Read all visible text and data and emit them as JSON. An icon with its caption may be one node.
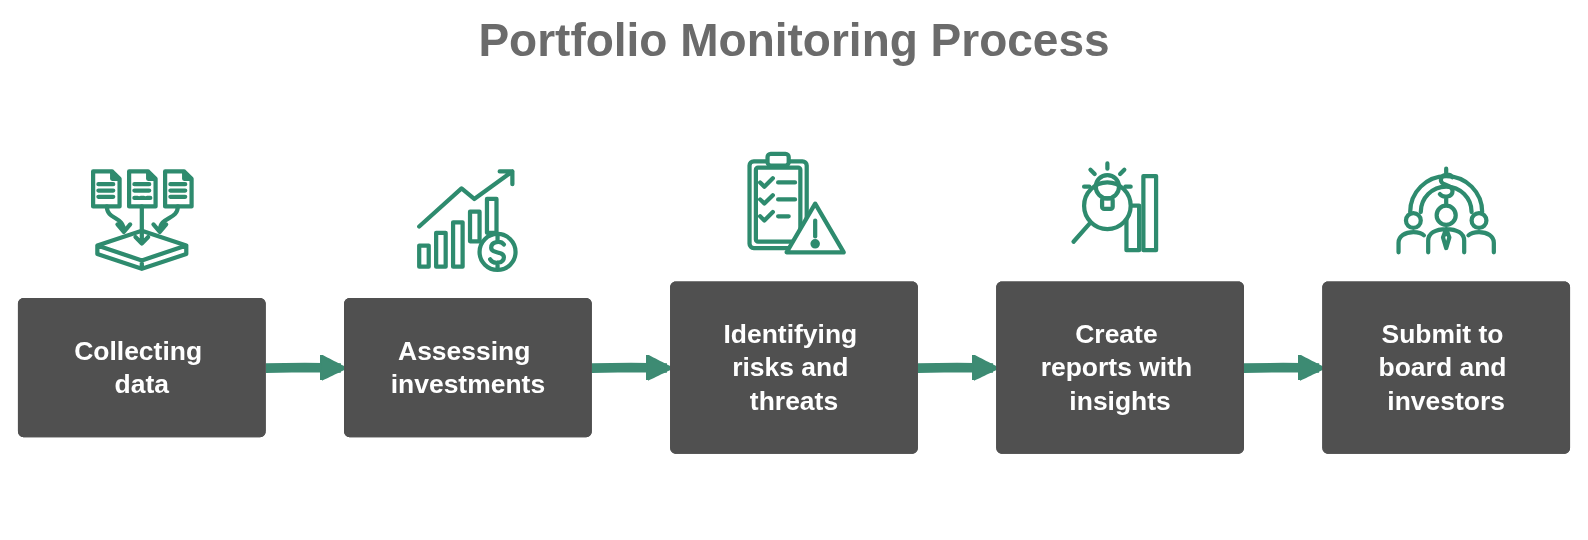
{
  "diagram": {
    "title": "Portfolio Monitoring Process",
    "nodes": [
      {
        "text": [
          "Collecting data"
        ]
      },
      {
        "text": [
          "Assessing investments"
        ]
      },
      {
        "text": [
          "Identifying risks and threats"
        ]
      },
      {
        "text": [
          "Create reports with insights"
        ]
      },
      {
        "text": [
          "Submit to board and investors"
        ]
      }
    ],
    "edges": [
      {
        "from": 0,
        "to": 1,
        "arrow": "to"
      },
      {
        "from": 1,
        "to": 2,
        "arrow": "to"
      },
      {
        "from": 2,
        "to": 3,
        "arrow": "to"
      },
      {
        "from": 3,
        "to": 4,
        "arrow": "to"
      }
    ]
  }
}
